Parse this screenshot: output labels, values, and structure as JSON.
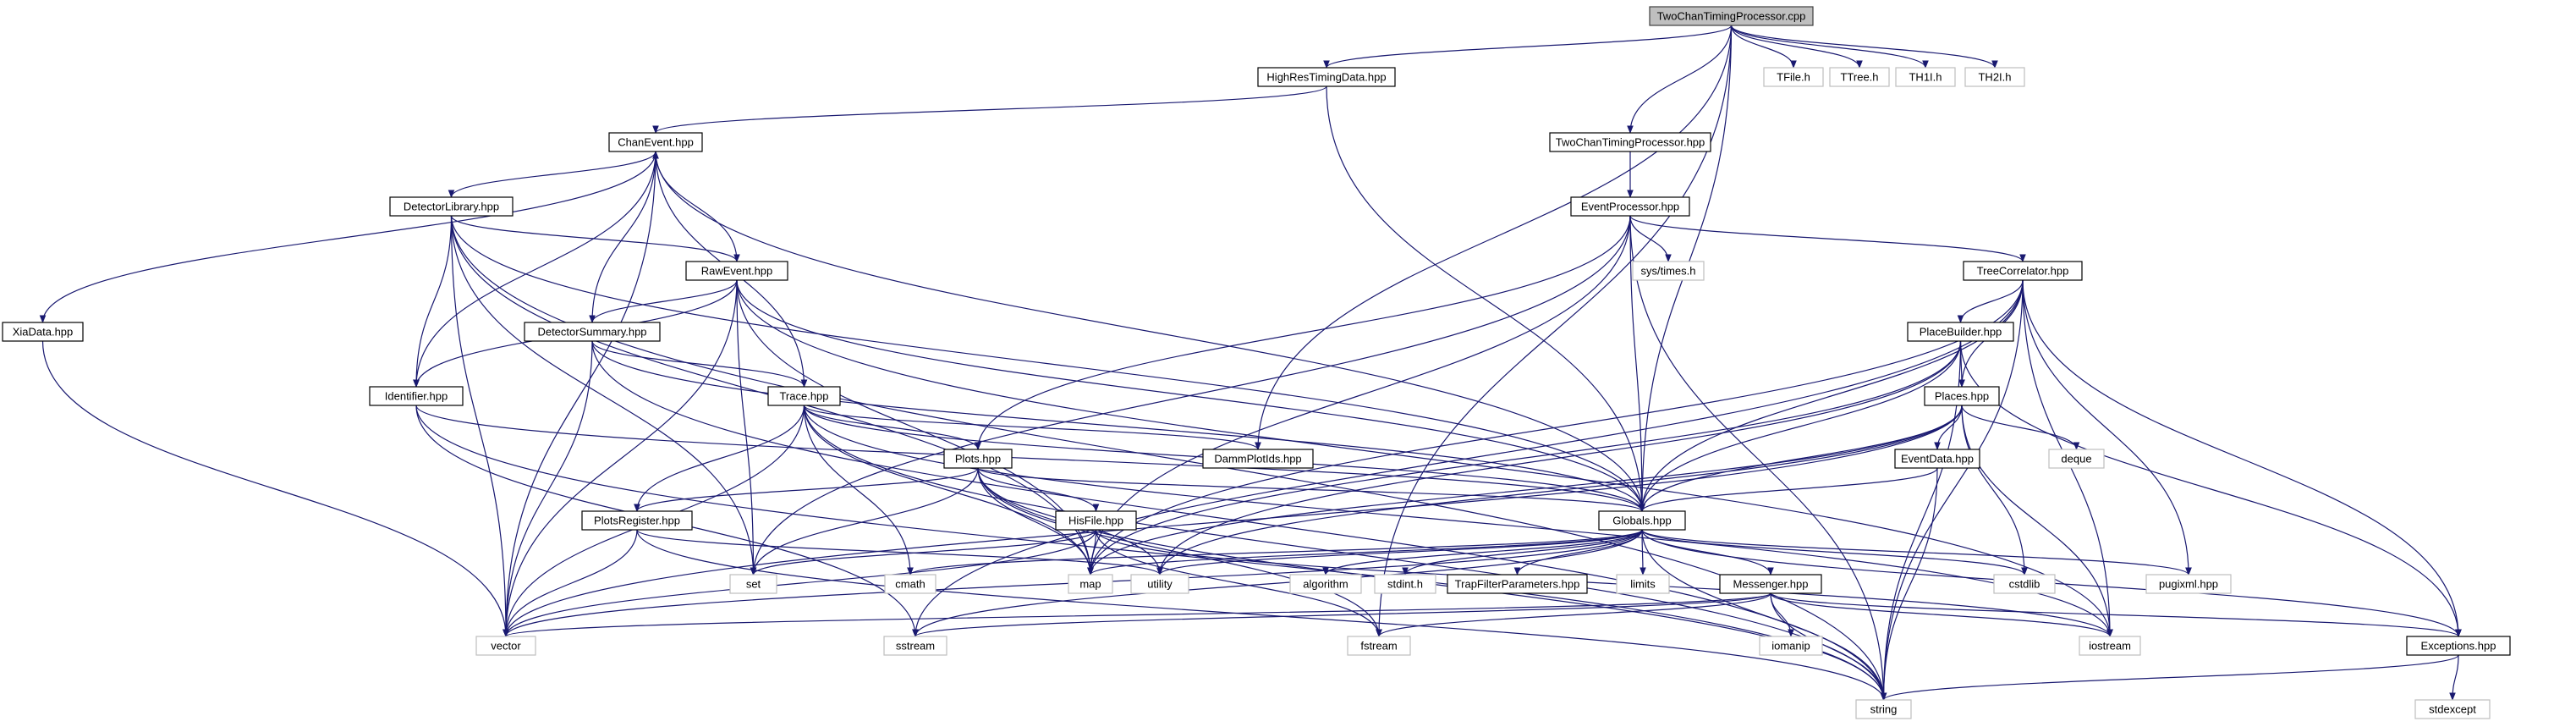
{
  "diagram": {
    "type": "include-dependency-graph",
    "colors": {
      "edge": "#191970",
      "edge_system": "#888888",
      "root_fill": "#bfbfbf",
      "local_border": "#000000",
      "system_border": "#bfbfbf"
    },
    "nodes": [
      {
        "id": "TwoChanTimingProcessor_cpp",
        "label": "TwoChanTimingProcessor.cpp",
        "kind": "root"
      },
      {
        "id": "HighResTimingData_hpp",
        "label": "HighResTimingData.hpp",
        "kind": "local"
      },
      {
        "id": "TFile_h",
        "label": "TFile.h",
        "kind": "system"
      },
      {
        "id": "TTree_h",
        "label": "TTree.h",
        "kind": "system"
      },
      {
        "id": "TH1I_h",
        "label": "TH1I.h",
        "kind": "system"
      },
      {
        "id": "TH2I_h",
        "label": "TH2I.h",
        "kind": "system"
      },
      {
        "id": "ChanEvent_hpp",
        "label": "ChanEvent.hpp",
        "kind": "local"
      },
      {
        "id": "TwoChanTimingProcessor_hpp",
        "label": "TwoChanTimingProcessor.hpp",
        "kind": "local"
      },
      {
        "id": "DetectorLibrary_hpp",
        "label": "DetectorLibrary.hpp",
        "kind": "local"
      },
      {
        "id": "EventProcessor_hpp",
        "label": "EventProcessor.hpp",
        "kind": "local"
      },
      {
        "id": "RawEvent_hpp",
        "label": "RawEvent.hpp",
        "kind": "local"
      },
      {
        "id": "sys_times_h",
        "label": "sys/times.h",
        "kind": "system"
      },
      {
        "id": "TreeCorrelator_hpp",
        "label": "TreeCorrelator.hpp",
        "kind": "local"
      },
      {
        "id": "XiaData_hpp",
        "label": "XiaData.hpp",
        "kind": "local"
      },
      {
        "id": "DetectorSummary_hpp",
        "label": "DetectorSummary.hpp",
        "kind": "local"
      },
      {
        "id": "PlaceBuilder_hpp",
        "label": "PlaceBuilder.hpp",
        "kind": "local"
      },
      {
        "id": "Identifier_hpp",
        "label": "Identifier.hpp",
        "kind": "local"
      },
      {
        "id": "Trace_hpp",
        "label": "Trace.hpp",
        "kind": "local"
      },
      {
        "id": "Places_hpp",
        "label": "Places.hpp",
        "kind": "local"
      },
      {
        "id": "DammPlotIds_hpp",
        "label": "DammPlotIds.hpp",
        "kind": "local"
      },
      {
        "id": "EventData_hpp",
        "label": "EventData.hpp",
        "kind": "local"
      },
      {
        "id": "deque",
        "label": "deque",
        "kind": "system"
      },
      {
        "id": "Plots_hpp",
        "label": "Plots.hpp",
        "kind": "local"
      },
      {
        "id": "PlotsRegister_hpp",
        "label": "PlotsRegister.hpp",
        "kind": "local"
      },
      {
        "id": "HisFile_hpp",
        "label": "HisFile.hpp",
        "kind": "local"
      },
      {
        "id": "Globals_hpp",
        "label": "Globals.hpp",
        "kind": "local"
      },
      {
        "id": "set",
        "label": "set",
        "kind": "system"
      },
      {
        "id": "cmath",
        "label": "cmath",
        "kind": "system"
      },
      {
        "id": "map",
        "label": "map",
        "kind": "system"
      },
      {
        "id": "utility",
        "label": "utility",
        "kind": "system"
      },
      {
        "id": "algorithm",
        "label": "algorithm",
        "kind": "system"
      },
      {
        "id": "stdint_h",
        "label": "stdint.h",
        "kind": "system"
      },
      {
        "id": "TrapFilterParameters_hpp",
        "label": "TrapFilterParameters.hpp",
        "kind": "local"
      },
      {
        "id": "limits",
        "label": "limits",
        "kind": "system"
      },
      {
        "id": "cstdlib",
        "label": "cstdlib",
        "kind": "system"
      },
      {
        "id": "pugixml_hpp",
        "label": "pugixml.hpp",
        "kind": "system"
      },
      {
        "id": "Messenger_hpp",
        "label": "Messenger.hpp",
        "kind": "local"
      },
      {
        "id": "vector",
        "label": "vector",
        "kind": "system"
      },
      {
        "id": "sstream",
        "label": "sstream",
        "kind": "system"
      },
      {
        "id": "fstream",
        "label": "fstream",
        "kind": "system"
      },
      {
        "id": "iomanip",
        "label": "iomanip",
        "kind": "system"
      },
      {
        "id": "iostream",
        "label": "iostream",
        "kind": "system"
      },
      {
        "id": "Exceptions_hpp",
        "label": "Exceptions.hpp",
        "kind": "local"
      },
      {
        "id": "string",
        "label": "string",
        "kind": "system"
      },
      {
        "id": "stdexcept",
        "label": "stdexcept",
        "kind": "system"
      }
    ],
    "edges": [
      [
        "TwoChanTimingProcessor_cpp",
        "HighResTimingData_hpp"
      ],
      [
        "TwoChanTimingProcessor_cpp",
        "TFile_h"
      ],
      [
        "TwoChanTimingProcessor_cpp",
        "TTree_h"
      ],
      [
        "TwoChanTimingProcessor_cpp",
        "TH1I_h"
      ],
      [
        "TwoChanTimingProcessor_cpp",
        "TH2I_h"
      ],
      [
        "TwoChanTimingProcessor_cpp",
        "TwoChanTimingProcessor_hpp"
      ],
      [
        "TwoChanTimingProcessor_cpp",
        "DammPlotIds_hpp"
      ],
      [
        "TwoChanTimingProcessor_cpp",
        "Globals_hpp"
      ],
      [
        "TwoChanTimingProcessor_cpp",
        "fstream"
      ],
      [
        "HighResTimingData_hpp",
        "ChanEvent_hpp"
      ],
      [
        "HighResTimingData_hpp",
        "Globals_hpp"
      ],
      [
        "ChanEvent_hpp",
        "DetectorLibrary_hpp"
      ],
      [
        "ChanEvent_hpp",
        "XiaData_hpp"
      ],
      [
        "ChanEvent_hpp",
        "Identifier_hpp"
      ],
      [
        "ChanEvent_hpp",
        "Trace_hpp"
      ],
      [
        "ChanEvent_hpp",
        "Globals_hpp"
      ],
      [
        "ChanEvent_hpp",
        "vector"
      ],
      [
        "TwoChanTimingProcessor_hpp",
        "EventProcessor_hpp"
      ],
      [
        "DetectorLibrary_hpp",
        "RawEvent_hpp"
      ],
      [
        "DetectorLibrary_hpp",
        "Identifier_hpp"
      ],
      [
        "DetectorLibrary_hpp",
        "set"
      ],
      [
        "DetectorLibrary_hpp",
        "map"
      ],
      [
        "DetectorLibrary_hpp",
        "vector"
      ],
      [
        "DetectorLibrary_hpp",
        "string"
      ],
      [
        "DetectorLibrary_hpp",
        "Globals_hpp"
      ],
      [
        "EventProcessor_hpp",
        "sys_times_h"
      ],
      [
        "EventProcessor_hpp",
        "TreeCorrelator_hpp"
      ],
      [
        "EventProcessor_hpp",
        "Plots_hpp"
      ],
      [
        "EventProcessor_hpp",
        "set"
      ],
      [
        "EventProcessor_hpp",
        "map"
      ],
      [
        "EventProcessor_hpp",
        "string"
      ],
      [
        "EventProcessor_hpp",
        "Globals_hpp"
      ],
      [
        "RawEvent_hpp",
        "ChanEvent_hpp"
      ],
      [
        "RawEvent_hpp",
        "DetectorSummary_hpp"
      ],
      [
        "RawEvent_hpp",
        "Identifier_hpp"
      ],
      [
        "RawEvent_hpp",
        "Globals_hpp"
      ],
      [
        "RawEvent_hpp",
        "set"
      ],
      [
        "RawEvent_hpp",
        "map"
      ],
      [
        "RawEvent_hpp",
        "vector"
      ],
      [
        "RawEvent_hpp",
        "iostream"
      ],
      [
        "TreeCorrelator_hpp",
        "PlaceBuilder_hpp"
      ],
      [
        "TreeCorrelator_hpp",
        "Places_hpp"
      ],
      [
        "TreeCorrelator_hpp",
        "Globals_hpp"
      ],
      [
        "TreeCorrelator_hpp",
        "pugixml_hpp"
      ],
      [
        "TreeCorrelator_hpp",
        "Exceptions_hpp"
      ],
      [
        "TreeCorrelator_hpp",
        "map"
      ],
      [
        "TreeCorrelator_hpp",
        "sstream"
      ],
      [
        "TreeCorrelator_hpp",
        "iostream"
      ],
      [
        "TreeCorrelator_hpp",
        "string"
      ],
      [
        "XiaData_hpp",
        "vector"
      ],
      [
        "DetectorSummary_hpp",
        "ChanEvent_hpp"
      ],
      [
        "DetectorSummary_hpp",
        "Trace_hpp"
      ],
      [
        "DetectorSummary_hpp",
        "Globals_hpp"
      ],
      [
        "DetectorSummary_hpp",
        "vector"
      ],
      [
        "DetectorSummary_hpp",
        "string"
      ],
      [
        "PlaceBuilder_hpp",
        "Places_hpp"
      ],
      [
        "PlaceBuilder_hpp",
        "Globals_hpp"
      ],
      [
        "PlaceBuilder_hpp",
        "Exceptions_hpp"
      ],
      [
        "PlaceBuilder_hpp",
        "map"
      ],
      [
        "PlaceBuilder_hpp",
        "utility"
      ],
      [
        "PlaceBuilder_hpp",
        "string"
      ],
      [
        "Identifier_hpp",
        "Globals_hpp"
      ],
      [
        "Identifier_hpp",
        "sstream"
      ],
      [
        "Identifier_hpp",
        "string"
      ],
      [
        "Trace_hpp",
        "DammPlotIds_hpp"
      ],
      [
        "Trace_hpp",
        "Plots_hpp"
      ],
      [
        "Trace_hpp",
        "PlotsRegister_hpp"
      ],
      [
        "Trace_hpp",
        "Globals_hpp"
      ],
      [
        "Trace_hpp",
        "cmath"
      ],
      [
        "Trace_hpp",
        "map"
      ],
      [
        "Trace_hpp",
        "vector"
      ],
      [
        "Trace_hpp",
        "string"
      ],
      [
        "Trace_hpp",
        "iostream"
      ],
      [
        "Places_hpp",
        "EventData_hpp"
      ],
      [
        "Places_hpp",
        "deque"
      ],
      [
        "Places_hpp",
        "Globals_hpp"
      ],
      [
        "Places_hpp",
        "cstdlib"
      ],
      [
        "Places_hpp",
        "map"
      ],
      [
        "Places_hpp",
        "utility"
      ],
      [
        "Places_hpp",
        "vector"
      ],
      [
        "Places_hpp",
        "iostream"
      ],
      [
        "EventData_hpp",
        "Globals_hpp"
      ],
      [
        "EventData_hpp",
        "string"
      ],
      [
        "Plots_hpp",
        "PlotsRegister_hpp"
      ],
      [
        "Plots_hpp",
        "HisFile_hpp"
      ],
      [
        "Plots_hpp",
        "Globals_hpp"
      ],
      [
        "Plots_hpp",
        "set"
      ],
      [
        "Plots_hpp",
        "map"
      ],
      [
        "Plots_hpp",
        "utility"
      ],
      [
        "Plots_hpp",
        "fstream"
      ],
      [
        "Plots_hpp",
        "string"
      ],
      [
        "PlotsRegister_hpp",
        "vector"
      ],
      [
        "PlotsRegister_hpp",
        "string"
      ],
      [
        "PlotsRegister_hpp",
        "utility"
      ],
      [
        "HisFile_hpp",
        "set"
      ],
      [
        "HisFile_hpp",
        "map"
      ],
      [
        "HisFile_hpp",
        "vector"
      ],
      [
        "HisFile_hpp",
        "fstream"
      ],
      [
        "HisFile_hpp",
        "iostream"
      ],
      [
        "Globals_hpp",
        "Messenger_hpp"
      ],
      [
        "Globals_hpp",
        "cmath"
      ],
      [
        "Globals_hpp",
        "map"
      ],
      [
        "Globals_hpp",
        "utility"
      ],
      [
        "Globals_hpp",
        "algorithm"
      ],
      [
        "Globals_hpp",
        "stdint_h"
      ],
      [
        "Globals_hpp",
        "TrapFilterParameters_hpp"
      ],
      [
        "Globals_hpp",
        "limits"
      ],
      [
        "Globals_hpp",
        "cstdlib"
      ],
      [
        "Globals_hpp",
        "pugixml_hpp"
      ],
      [
        "Globals_hpp",
        "vector"
      ],
      [
        "Globals_hpp",
        "sstream"
      ],
      [
        "Globals_hpp",
        "string"
      ],
      [
        "Globals_hpp",
        "Exceptions_hpp"
      ],
      [
        "Messenger_hpp",
        "vector"
      ],
      [
        "Messenger_hpp",
        "sstream"
      ],
      [
        "Messenger_hpp",
        "fstream"
      ],
      [
        "Messenger_hpp",
        "iomanip"
      ],
      [
        "Messenger_hpp",
        "iostream"
      ],
      [
        "Messenger_hpp",
        "string"
      ],
      [
        "Messenger_hpp",
        "Exceptions_hpp"
      ],
      [
        "Exceptions_hpp",
        "stdexcept"
      ],
      [
        "Exceptions_hpp",
        "string"
      ]
    ]
  }
}
